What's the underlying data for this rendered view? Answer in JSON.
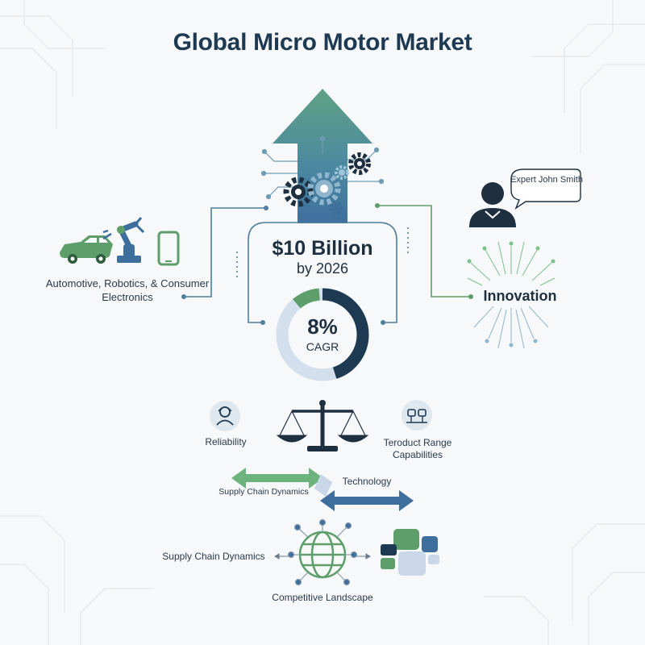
{
  "title": "Global Micro Motor Market",
  "market": {
    "industries_label": "Automotive, Robotics, & Consumer Electronics",
    "size_value": "$10 Billion",
    "size_year": "by 2026"
  },
  "cagr": {
    "value": "8%",
    "label": "CAGR"
  },
  "expert": {
    "label": "Expert John Smith"
  },
  "innovation_label": "Innovation",
  "factors": {
    "reliability": "Reliability",
    "product_range": "Teroduct Range Capabilities",
    "supply_chain_1": "Supply Chain Dynamics",
    "technology": "Technology",
    "supply_chain_2": "Supply Chain Dynamics",
    "competitive": "Competitive Landscape"
  },
  "colors": {
    "navy": "#1e3a52",
    "green": "#5e9e6a",
    "teal": "#4f8a8b",
    "blue": "#3e6e9c",
    "light_blue": "#c9d7e8"
  }
}
